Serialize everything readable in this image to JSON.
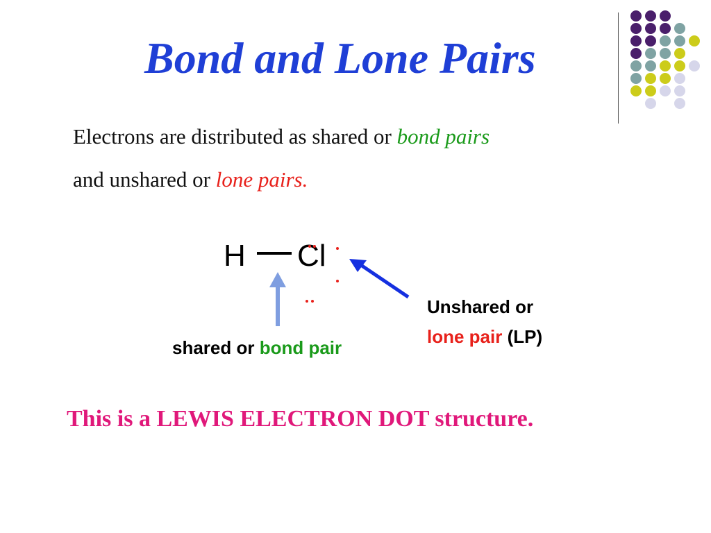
{
  "slide": {
    "title": "Bond and Lone Pairs",
    "body": {
      "line1_plain": "Electrons are distributed as shared or ",
      "line1_em": "bond pairs",
      "line2_plain": "and unshared or ",
      "line2_em": "lone pairs."
    },
    "diagram": {
      "atom_h": "H",
      "atom_cl": "Cl",
      "shared_label_plain": "shared or ",
      "shared_label_em": "bond pair",
      "lp_label_line1": "Unshared or",
      "lp_label_em": "lone pair",
      "lp_label_suffix": " (LP)"
    },
    "footer_note": "This is a LEWIS ELECTRON DOT structure."
  },
  "colors": {
    "title": "#1f3fd6",
    "bond_pair": "#1a9a1a",
    "lone_pair": "#e8211b",
    "note": "#e0187a",
    "arrow_light": "#7f9ee0",
    "arrow_dark": "#1530e0",
    "dot_purple": "#4a1f6b",
    "dot_teal": "#7fa3a3",
    "dot_yellow": "#cccc1a",
    "dot_lavender": "#d6d6ea"
  },
  "decoration": {
    "dot_grid_colors": [
      [
        "dot_purple",
        "dot_purple",
        "dot_purple",
        null,
        null
      ],
      [
        "dot_purple",
        "dot_purple",
        "dot_purple",
        "dot_teal",
        null
      ],
      [
        "dot_purple",
        "dot_purple",
        "dot_teal",
        "dot_teal",
        "dot_yellow"
      ],
      [
        "dot_purple",
        "dot_teal",
        "dot_teal",
        "dot_yellow",
        null
      ],
      [
        "dot_teal",
        "dot_teal",
        "dot_yellow",
        "dot_yellow",
        "dot_lavender"
      ],
      [
        "dot_teal",
        "dot_yellow",
        "dot_yellow",
        "dot_lavender",
        null
      ],
      [
        "dot_yellow",
        "dot_yellow",
        "dot_lavender",
        "dot_lavender",
        null
      ],
      [
        null,
        "dot_lavender",
        null,
        "dot_lavender",
        null
      ]
    ]
  }
}
